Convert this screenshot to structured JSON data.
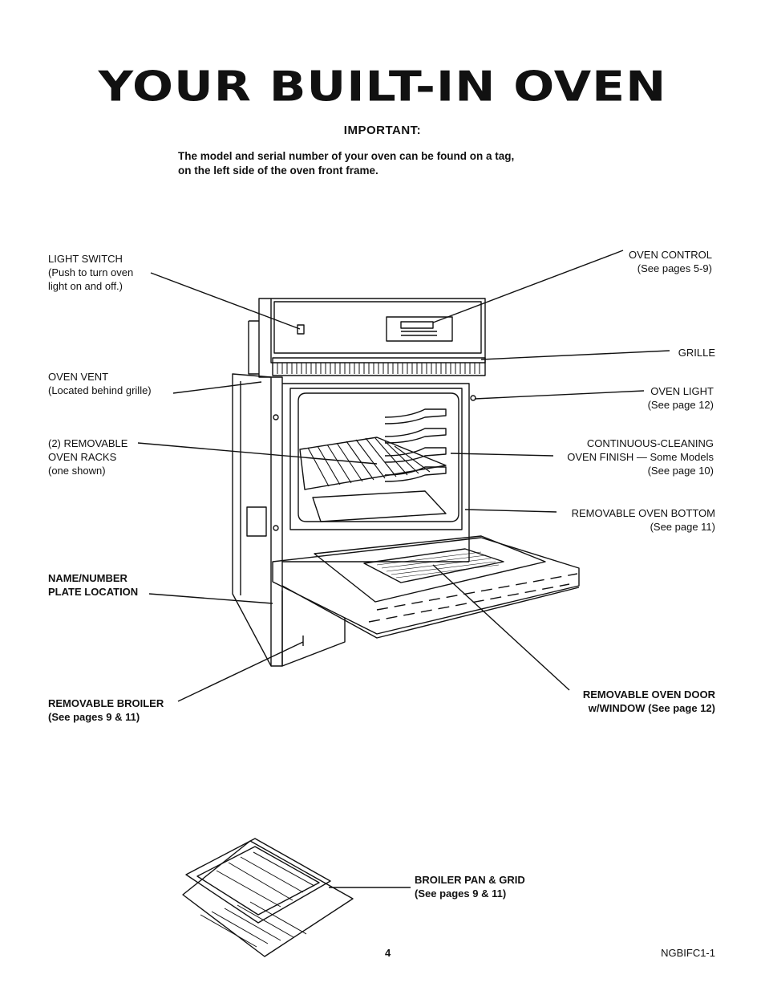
{
  "page": {
    "title": "YOUR BUILT-IN OVEN",
    "important_heading": "IMPORTANT:",
    "intro_lines": [
      "The model and serial number of your oven can be found on a tag,",
      "on the left side of the oven front frame."
    ],
    "page_number": "4",
    "doc_code": "NGBIFC1-1"
  },
  "labels": {
    "light_switch": [
      "LIGHT SWITCH",
      "(Push to turn oven",
      "light on and off.)"
    ],
    "oven_vent": [
      "OVEN VENT",
      "(Located behind grille)"
    ],
    "removable_racks": [
      "(2) REMOVABLE",
      "OVEN RACKS",
      "(one shown)"
    ],
    "name_plate": [
      "NAME/NUMBER",
      "PLATE LOCATION"
    ],
    "removable_broiler": [
      "REMOVABLE BROILER",
      "(See pages 9 & 11)"
    ],
    "oven_control": [
      "OVEN CONTROL",
      "(See pages 5-9)"
    ],
    "grille": [
      "GRILLE"
    ],
    "oven_light": [
      "OVEN LIGHT",
      "(See page 12)"
    ],
    "continuous_cleaning": [
      "CONTINUOUS-CLEANING",
      "OVEN FINISH — Some Models",
      "(See page 10)"
    ],
    "removable_bottom": [
      "REMOVABLE OVEN BOTTOM",
      "(See page 11)"
    ],
    "removable_door": [
      "REMOVABLE OVEN DOOR",
      "w/WINDOW (See page 12)"
    ],
    "broiler_pan": [
      "BROILER PAN & GRID",
      "(See pages 9 & 11)"
    ]
  }
}
